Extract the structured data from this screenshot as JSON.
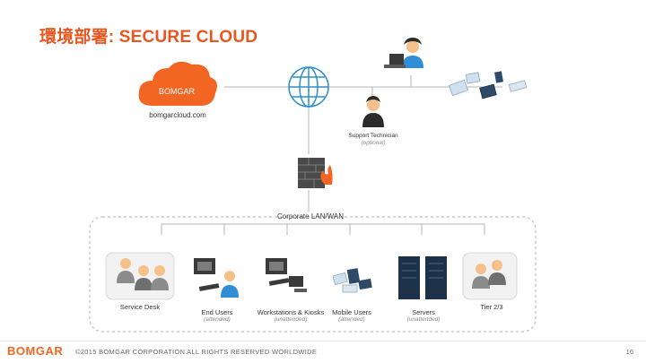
{
  "slide": {
    "title": "環境部署: SECURE CLOUD"
  },
  "diagram": {
    "cloud_logo": "BOMGAR",
    "cloud_domain": "bomgarcloud.com",
    "support_technician": "Support Technician",
    "support_technician_sub": "(optional)",
    "lan_label": "Corporate LAN/WAN",
    "service_desk": "Service Desk",
    "end_users": "End Users",
    "end_users_sub": "(attended)",
    "workstations": "Workstations & Kiosks",
    "workstations_sub": "(unattended)",
    "mobile_users": "Mobile Users",
    "mobile_users_sub": "(attended)",
    "servers": "Servers",
    "servers_sub": "(unattended)",
    "tier": "Tier 2/3"
  },
  "footer": {
    "logo": "BOMGAR",
    "copyright": "©2015 BOMGAR CORPORATION ALL RIGHTS RESERVED WORLDWIDE",
    "page": "16"
  },
  "colors": {
    "accent": "#e8561f",
    "line": "#b0b0b0",
    "globe": "#2e8fc9"
  }
}
